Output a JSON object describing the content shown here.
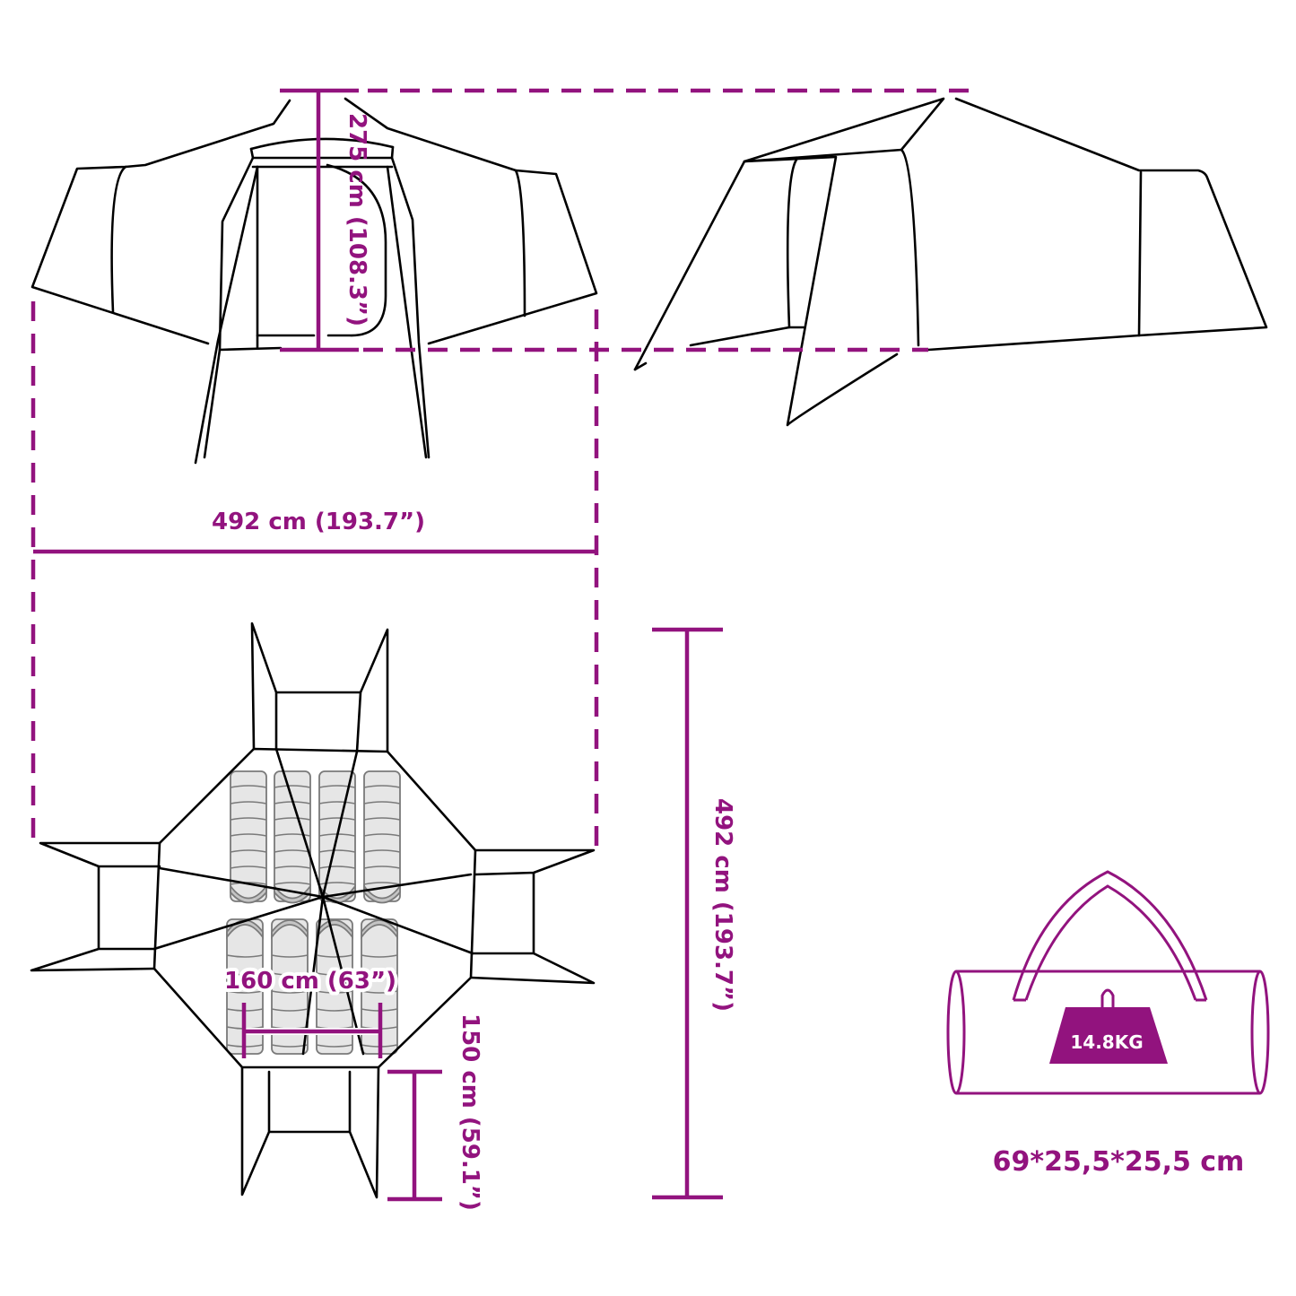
{
  "colors": {
    "accent": "#92137e",
    "line": "#000000",
    "background": "#ffffff",
    "sleeping_bag_fill": "#e6e6e6",
    "sleeping_bag_head": "#c4c4c4"
  },
  "front_view": {
    "height_label": "275 cm (108.3”)"
  },
  "side_view": {},
  "width_dimension": {
    "label": "492 cm (193.7”)"
  },
  "floor_plan": {
    "depth_label": "492 cm (193.7”)",
    "bed_width_label": "160 cm (63”)",
    "vestibule_depth_label": "150 cm (59.1”)",
    "sleeping_bags_count": 8
  },
  "carry_bag": {
    "weight_label": "14.8KG",
    "size_label": "69*25,5*25,5 cm"
  }
}
